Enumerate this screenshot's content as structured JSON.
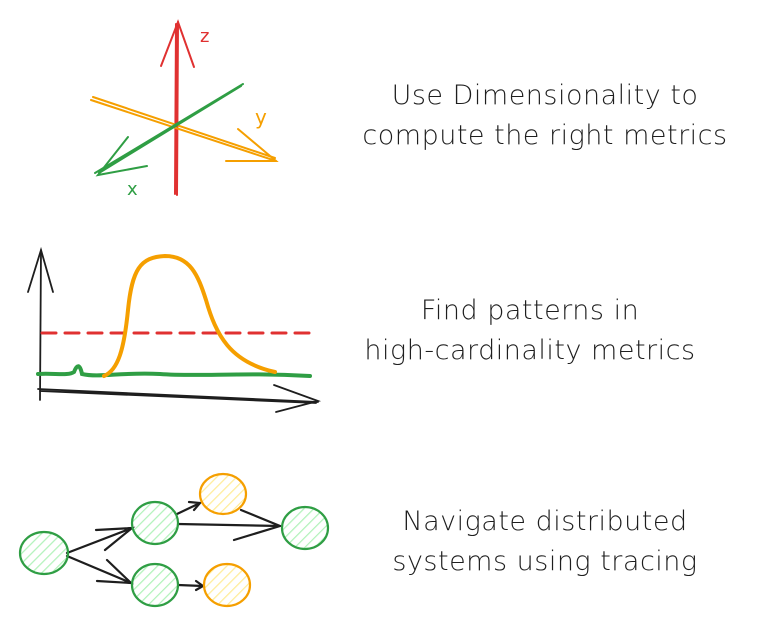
{
  "colors": {
    "red": "#e03131",
    "orange": "#f59f00",
    "green": "#2f9e44",
    "ink": "#1e1e1e"
  },
  "sections": [
    {
      "illustration": "3d-axes",
      "axis_labels": {
        "z": "z",
        "y": "y",
        "x": "x"
      },
      "lines": [
        "Use Dimensionality to",
        "compute the right metrics"
      ]
    },
    {
      "illustration": "timeseries-spike-chart",
      "lines": [
        "Find patterns in",
        "high-cardinality metrics"
      ]
    },
    {
      "illustration": "trace-graph",
      "lines": [
        "Navigate distributed",
        "systems using tracing"
      ]
    }
  ]
}
